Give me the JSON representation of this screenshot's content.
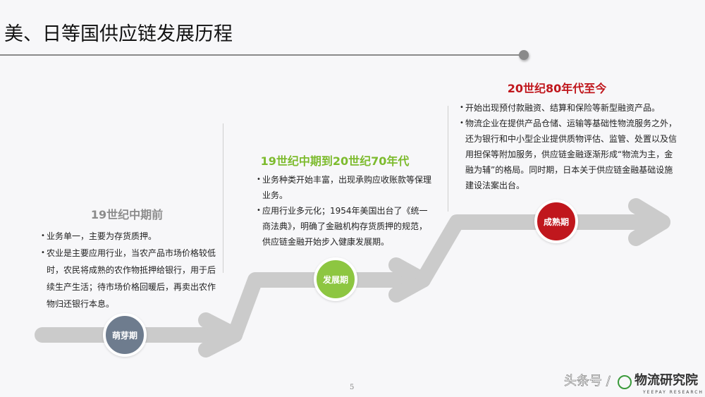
{
  "title": "美、日等国供应链发展历程",
  "stages": [
    {
      "badge": "萌芽期",
      "badge_color": "#6e7c8e",
      "heading": "19世纪中期前",
      "heading_color": "#8c8c8c",
      "bullets": [
        "业务单一，主要为存货质押。",
        "农业是主要应用行业，当农产品市场价格较低时，农民将成熟的农作物抵押给银行，用于后续生产生活；待市场价格回暖后，再卖出农作物归还银行本息。"
      ]
    },
    {
      "badge": "发展期",
      "badge_color": "#8dc641",
      "heading": "19世纪中期到20世纪70年代",
      "heading_color": "#7dbb2e",
      "bullets": [
        "业务种类开始丰富，出现承购应收账款等保理业务。",
        "应用行业多元化；1954年美国出台了《统一商法典》，明确了金融机构存货质押的规范，供应链金融开始步入健康发展期。"
      ]
    },
    {
      "badge": "成熟期",
      "badge_color": "#c0171d",
      "heading": "20世纪80年代至今",
      "heading_color": "#c0171d",
      "bullets": [
        "开始出现预付款融资、结算和保险等新型融资产品。",
        "物流企业在提供产品仓储、运输等基础性物流服务之外，还为银行和中小型企业提供质物评估、监管、处置以及信用担保等附加服务，供应链金融逐渐形成“物流为主，金融为辅”的格局。同时期，日本关于供应链金融基础设施建设法案出台。"
      ]
    }
  ],
  "arrow_color": "#cbcbcb",
  "page_number": "5",
  "watermark": {
    "text": "头条号 /",
    "brand": "物流研究院",
    "sub": "YEEPAY RESEARCH"
  }
}
